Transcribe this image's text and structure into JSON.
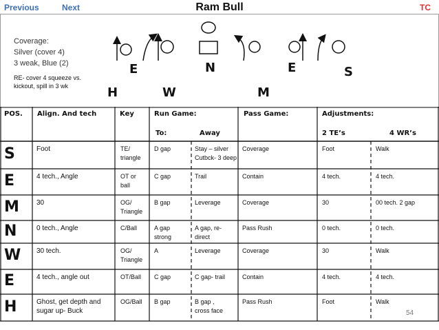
{
  "nav": {
    "previous": "Previous",
    "next": "Next",
    "tc": "TC"
  },
  "title": "Ram Bull",
  "coverage": {
    "label": "Coverage:",
    "line1": "Silver (cover 4)",
    "line2": "3 weak, Blue (2)",
    "note1": "RE- cover 4 squeeze vs.",
    "note2": "kickout, spill in 3 wk"
  },
  "players": {
    "e1": "E",
    "n": "N",
    "e2": "E",
    "s": "S",
    "h": "H",
    "w": "W",
    "m": "M"
  },
  "headers": {
    "pos": "POS.",
    "align": "Align. And tech",
    "key": "Key",
    "run": "Run Game:",
    "to": "To:",
    "away": "Away",
    "pass": "Pass  Game:",
    "adj": "Adjustments:",
    "te": "2 TE’s",
    "wr": "4 WR’s"
  },
  "rows": [
    {
      "pos": "S",
      "align": "Foot",
      "key1": "TE/",
      "key2": "triangle",
      "to1": "D gap",
      "to2": "",
      "away1": "Stay – silver",
      "away2": "Cutbck- 3 deep",
      "pass": "Coverage",
      "te": "Foot",
      "wr": "Walk"
    },
    {
      "pos": "E",
      "align": "4 tech., Angle",
      "key1": "OT or",
      "key2": "ball",
      "to1": "C gap",
      "to2": "",
      "away1": "Trail",
      "away2": "",
      "pass": "Contain",
      "te": "4 tech.",
      "wr": "4 tech."
    },
    {
      "pos": "M",
      "align": "30",
      "key1": "OG/",
      "key2": "Triangle",
      "to1": "B gap",
      "to2": "",
      "away1": "Leverage",
      "away2": "",
      "pass": "Coverage",
      "te": "30",
      "wr": "00 tech. 2 gap"
    },
    {
      "pos": "N",
      "align": "0 tech., Angle",
      "key1": "C/Ball",
      "key2": "",
      "to1": "A gap",
      "to2": "strong",
      "away1": "A gap, re-",
      "away2": "direct",
      "pass": "Pass Rush",
      "te": "0 tech.",
      "wr": "0 tech."
    },
    {
      "pos": "W",
      "align": "30 tech.",
      "key1": "OG/",
      "key2": "Triangle",
      "to1": "A",
      "to2": "",
      "away1": "Leverage",
      "away2": "",
      "pass": "Coverage",
      "te": "30",
      "wr": "Walk"
    },
    {
      "pos": "E",
      "align": "4 tech., angle out",
      "key1": "OT/Ball",
      "key2": "",
      "to1": "C gap",
      "to2": "",
      "away1": "C gap- trail",
      "away2": "",
      "pass": "Contain",
      "te": "4 tech.",
      "wr": "4 tech."
    },
    {
      "pos": "H",
      "align": "Ghost, get depth and",
      "align2": "sugar up- Buck",
      "key1": "OG/Ball",
      "key2": "",
      "to1": "B gap",
      "to2": "",
      "away1": "B gap ,",
      "away2": "cross face",
      "pass": "Pass Rush",
      "te": "Foot",
      "wr": "Walk"
    }
  ],
  "page_number": "54"
}
